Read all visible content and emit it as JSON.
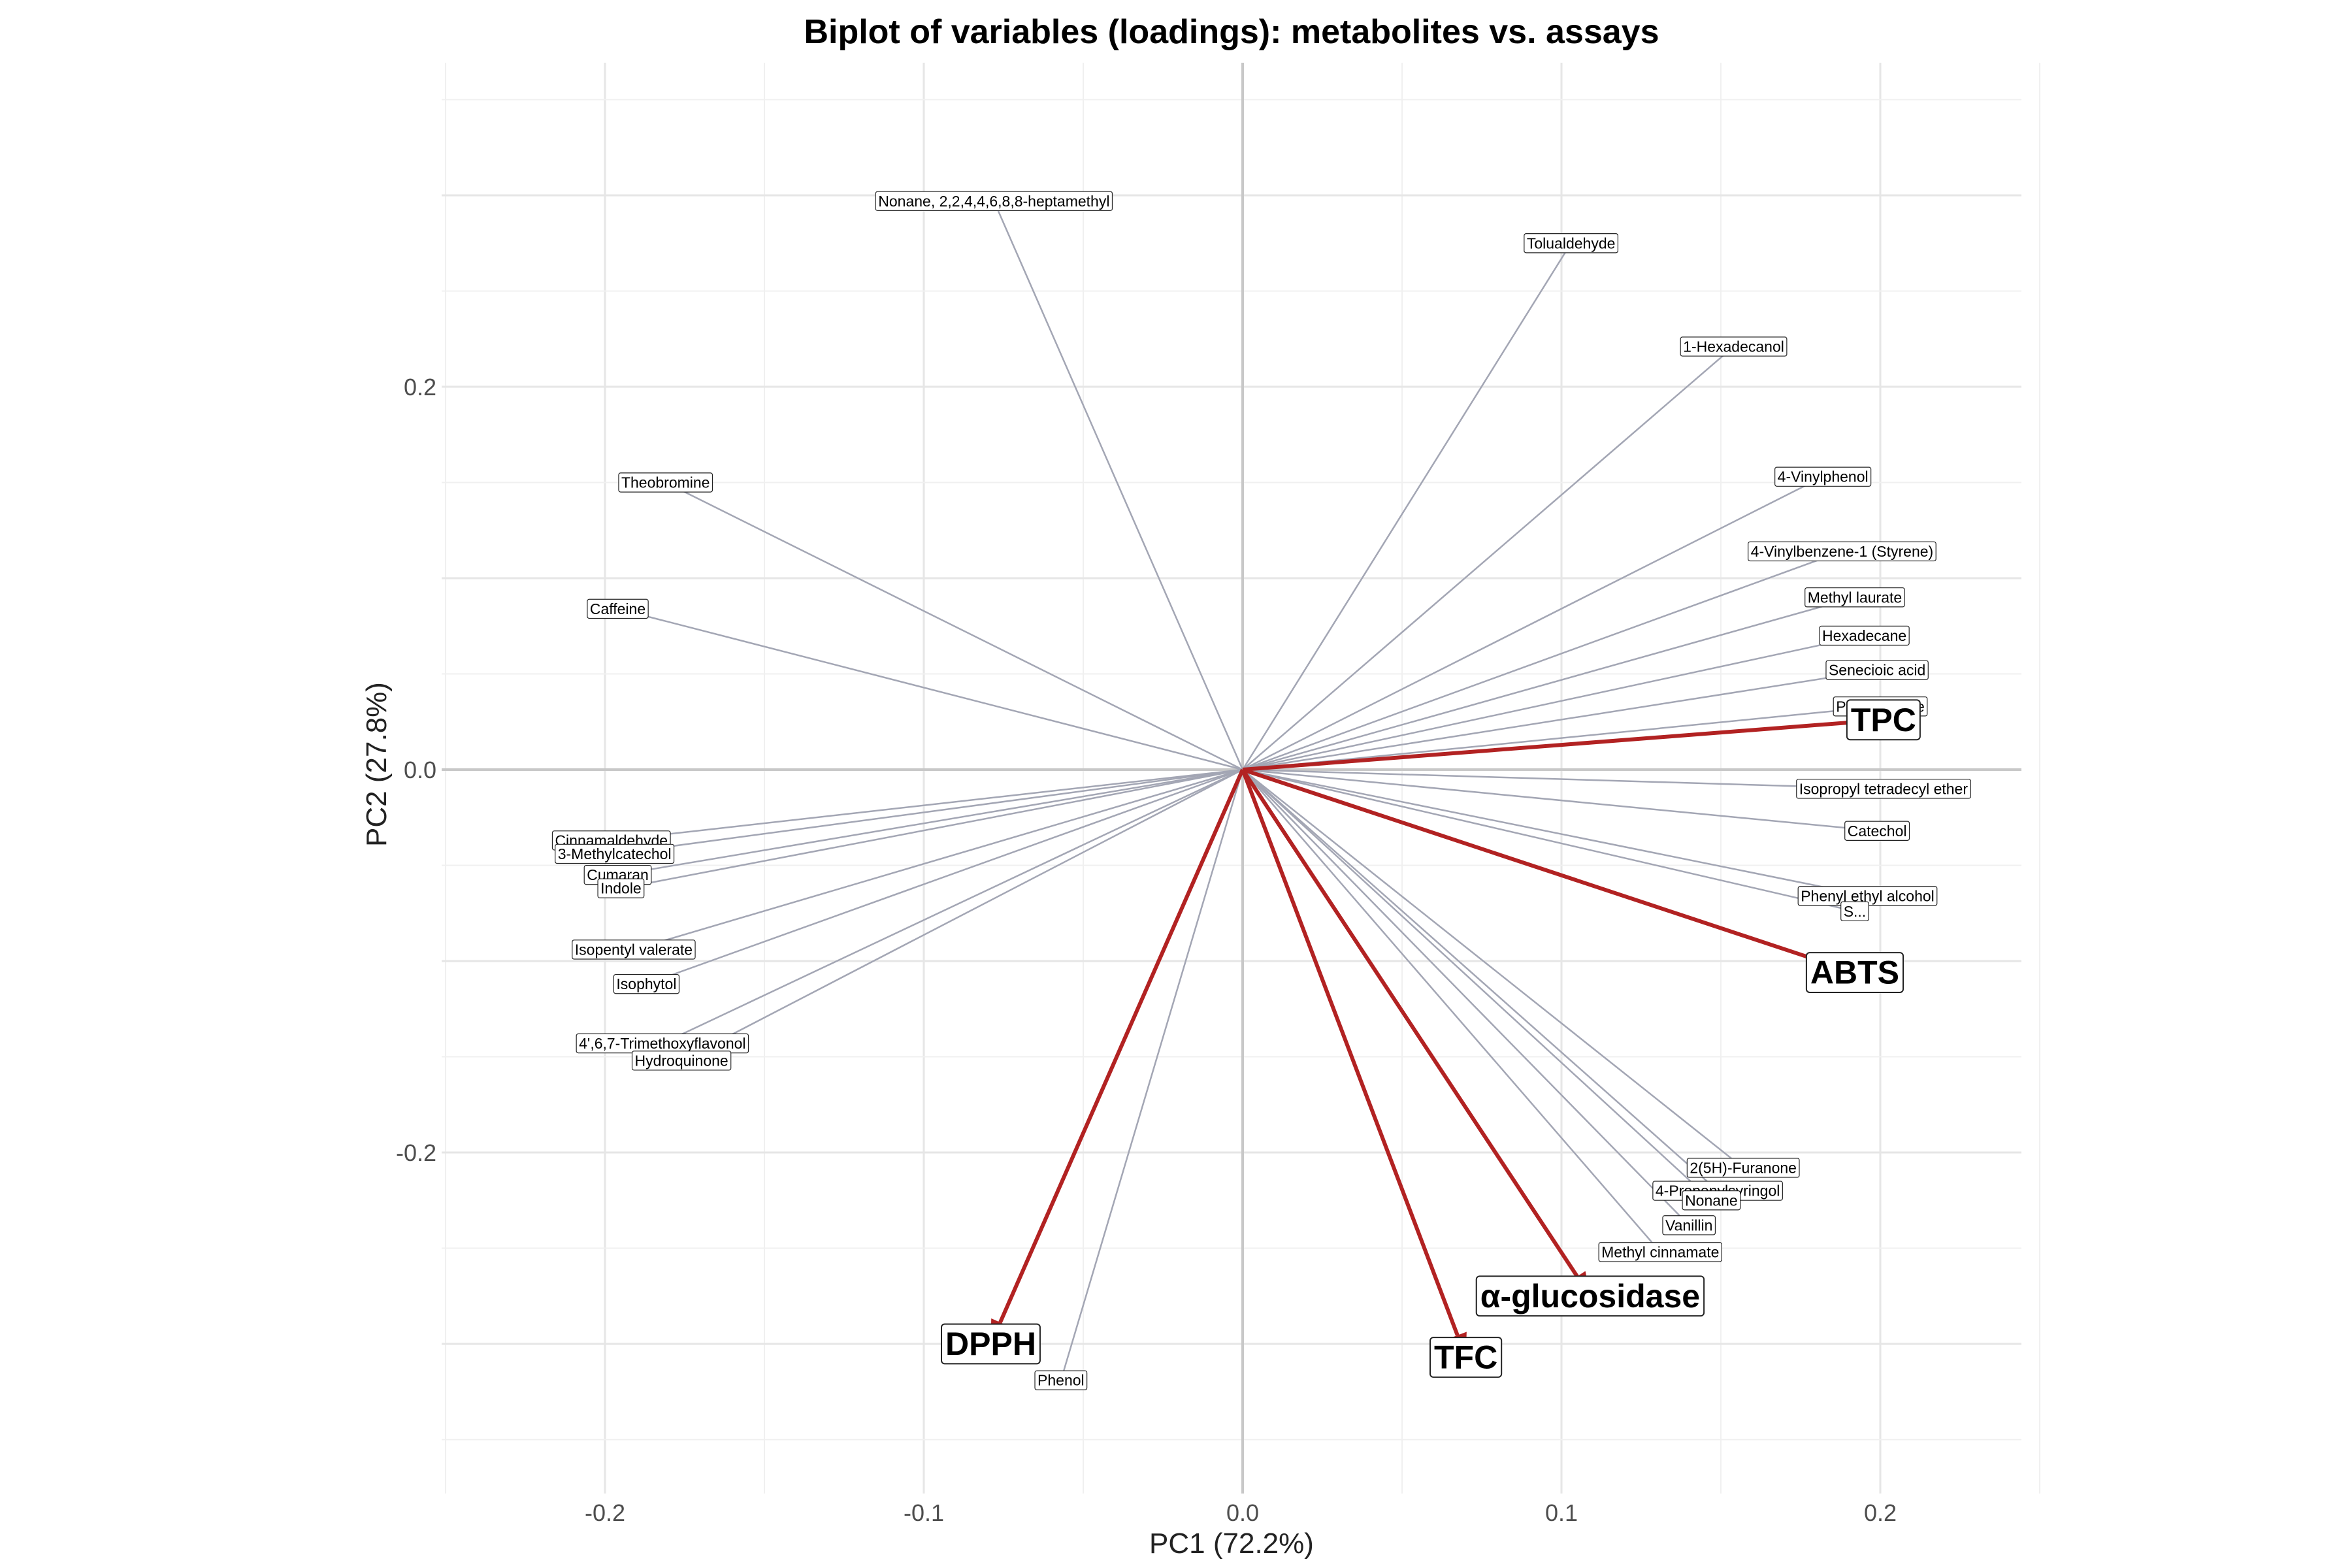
{
  "chart_data": {
    "type": "scatter",
    "subtype": "biplot-loadings",
    "title": "Biplot of variables (loadings): metabolites vs. assays",
    "xlabel": "PC1 (72.2%)",
    "ylabel": "PC2 (27.8%)",
    "xlim": [
      -0.245,
      0.245
    ],
    "ylim": [
      -0.375,
      0.375
    ],
    "x_ticks": [
      -0.2,
      -0.1,
      0.0,
      0.1,
      0.2
    ],
    "x_tick_labels": [
      "-0.2",
      "-0.1",
      "0.0",
      "0.1",
      "0.2"
    ],
    "y_ticks": [
      -0.2,
      0.0,
      0.2
    ],
    "y_tick_labels": [
      "-0.2",
      "0.0",
      "0.2"
    ],
    "grid": true,
    "legend": "none",
    "colors": {
      "metabolite_arrow": "#a3a6b4",
      "assay_arrow": "#b22222",
      "zero_line": "#c8c8c8",
      "grid_major": "#e6e6e6",
      "grid_minor": "#f0f0f0"
    },
    "series": [
      {
        "name": "Metabolites",
        "points": [
          {
            "label": "Nonane, 2,2,4,4,6,8,8-heptamethyl",
            "x": -0.078,
            "y": 0.297
          },
          {
            "label": "Tolualdehyde",
            "x": 0.103,
            "y": 0.275
          },
          {
            "label": "1-Hexadecanol",
            "x": 0.154,
            "y": 0.221
          },
          {
            "label": "4-Vinylphenol",
            "x": 0.182,
            "y": 0.153
          },
          {
            "label": "4-Vinylbenzene-1 (Styrene)",
            "x": 0.188,
            "y": 0.114
          },
          {
            "label": "Methyl laurate",
            "x": 0.192,
            "y": 0.09
          },
          {
            "label": "Hexadecane",
            "x": 0.195,
            "y": 0.07
          },
          {
            "label": "Senecioic acid",
            "x": 0.199,
            "y": 0.052
          },
          {
            "label": "Pentadecane",
            "x": 0.2,
            "y": 0.033
          },
          {
            "label": "Isopropyl tetradecyl ether",
            "x": 0.201,
            "y": -0.01
          },
          {
            "label": "Catechol",
            "x": 0.199,
            "y": -0.032
          },
          {
            "label": "Phenyl ethyl alcohol",
            "x": 0.196,
            "y": -0.066
          },
          {
            "label": "S...",
            "x": 0.192,
            "y": -0.074
          },
          {
            "label": "2(5H)-Furanone",
            "x": 0.157,
            "y": -0.208
          },
          {
            "label": "4-Propenylsyringol",
            "x": 0.149,
            "y": -0.22
          },
          {
            "label": "Nonane",
            "x": 0.147,
            "y": -0.225
          },
          {
            "label": "Vanillin",
            "x": 0.14,
            "y": -0.238
          },
          {
            "label": "Methyl cinnamate",
            "x": 0.131,
            "y": -0.252
          },
          {
            "label": "Phenol",
            "x": -0.057,
            "y": -0.319
          },
          {
            "label": "Theobromine",
            "x": -0.181,
            "y": 0.15
          },
          {
            "label": "Caffeine",
            "x": -0.196,
            "y": 0.084
          },
          {
            "label": "Cinnamaldehyde",
            "x": -0.198,
            "y": -0.037
          },
          {
            "label": "3-Methylcatechol",
            "x": -0.197,
            "y": -0.044
          },
          {
            "label": "Cumaran",
            "x": -0.196,
            "y": -0.055
          },
          {
            "label": "Indole",
            "x": -0.195,
            "y": -0.062
          },
          {
            "label": "Isopentyl valerate",
            "x": -0.191,
            "y": -0.094
          },
          {
            "label": "Isophytol",
            "x": -0.187,
            "y": -0.112
          },
          {
            "label": "4',6,7-Trimethoxyflavonol",
            "x": -0.182,
            "y": -0.143
          },
          {
            "label": "Hydroquinone",
            "x": -0.176,
            "y": -0.152
          }
        ]
      },
      {
        "name": "Assays",
        "points": [
          {
            "label": "TPC",
            "x": 0.201,
            "y": 0.026
          },
          {
            "label": "ABTS",
            "x": 0.192,
            "y": -0.106
          },
          {
            "label": "DPPH",
            "x": -0.079,
            "y": -0.3
          },
          {
            "label": "TFC",
            "x": 0.07,
            "y": -0.307
          },
          {
            "label": "α-glucosidase",
            "x": 0.109,
            "y": -0.275
          }
        ]
      }
    ]
  }
}
